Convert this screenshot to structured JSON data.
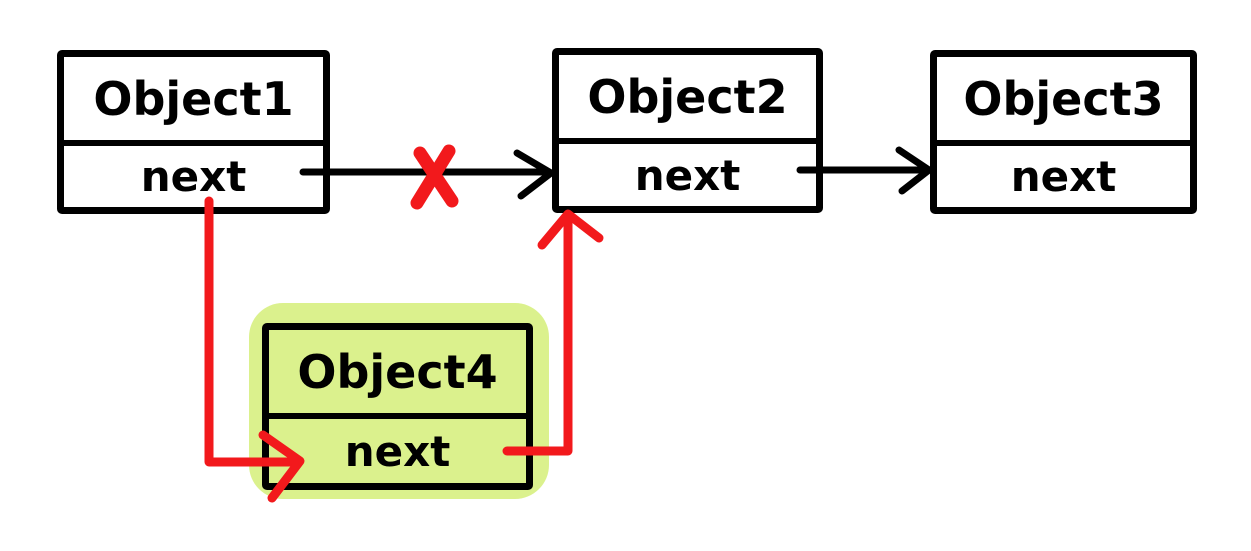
{
  "colors": {
    "ink": "#000000",
    "annotation": "#f2191c",
    "highlight": "#dbf18d",
    "background": "#ffffff"
  },
  "nodes": [
    {
      "id": "object1",
      "title": "Object1",
      "field": "next",
      "highlighted": false
    },
    {
      "id": "object2",
      "title": "Object2",
      "field": "next",
      "highlighted": false
    },
    {
      "id": "object3",
      "title": "Object3",
      "field": "next",
      "highlighted": false
    },
    {
      "id": "object4",
      "title": "Object4",
      "field": "next",
      "highlighted": true
    }
  ],
  "edges": [
    {
      "from": "object1.next",
      "to": "object2",
      "color": "ink",
      "status": "crossed-out"
    },
    {
      "from": "object2.next",
      "to": "object3",
      "color": "ink",
      "status": "normal"
    },
    {
      "from": "object1.next",
      "to": "object4",
      "color": "annotation",
      "status": "new"
    },
    {
      "from": "object4.next",
      "to": "object2",
      "color": "annotation",
      "status": "new"
    }
  ]
}
